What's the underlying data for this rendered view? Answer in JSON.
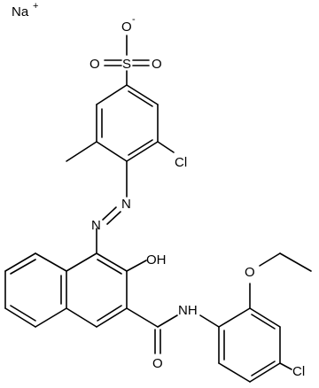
{
  "molecule": {
    "labels": {
      "sodium": "Na",
      "sodium_charge": "+",
      "oxygen_anion": "O",
      "oxygen_anion_charge": "-",
      "sulfur": "S",
      "oxygen_left": "O",
      "oxygen_right": "O",
      "chloro_top": "Cl",
      "azo_n1": "N",
      "azo_n2": "N",
      "hydroxyl": "OH",
      "carbonyl_oxygen": "O",
      "amide_nh": "NH",
      "ether_oxygen": "O",
      "chloro_bottom": "Cl"
    }
  }
}
